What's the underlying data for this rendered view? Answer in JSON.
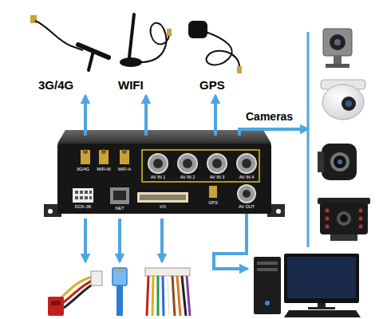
{
  "diagram": {
    "nodes": [
      {
        "text": [
          "3G/4G"
        ]
      },
      {
        "text": [
          "WIFI"
        ]
      },
      {
        "text": [
          "GPS"
        ]
      },
      {
        "text": [
          "Cameras"
        ]
      },
      {
        "text": [
          "3G/4G",
          "WiFi-M",
          "WiFi-A",
          "AV IN 1",
          "AV IN 2",
          "AV IN 3",
          "AV IN 4",
          "GPS",
          "AV OUT",
          "DC6~36",
          "NET",
          "I/O"
        ]
      }
    ],
    "edges": [
      {
        "from": 4,
        "to": 0,
        "arrow": "to"
      },
      {
        "from": 4,
        "to": 1,
        "arrow": "to"
      },
      {
        "from": 4,
        "to": 2,
        "arrow": "to"
      },
      {
        "from": 4,
        "to": 3,
        "arrow": "to"
      }
    ]
  }
}
